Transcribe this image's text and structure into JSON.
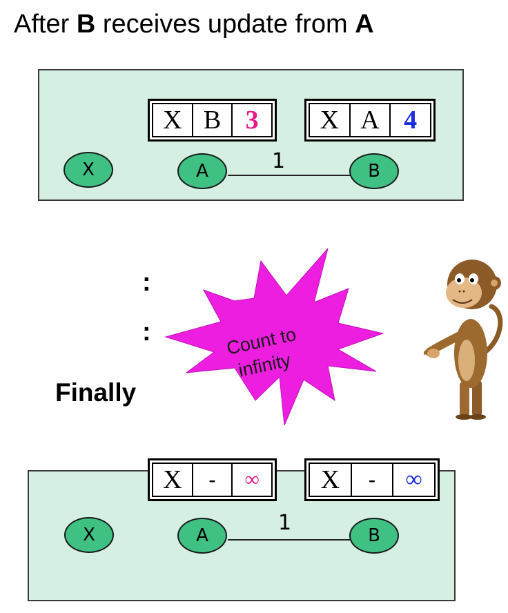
{
  "title": {
    "prefix": "After ",
    "b1": "B",
    "middle": " receives update from ",
    "b2": "A"
  },
  "top_panel": {
    "table_a": [
      "X",
      "B",
      "3"
    ],
    "table_b": [
      "X",
      "A",
      "4"
    ],
    "nodes": [
      "X",
      "A",
      "B"
    ],
    "link_cost": "1"
  },
  "middle": {
    "dots1": ":",
    "dots2": ":",
    "finally_label": "Finally",
    "burst_line1": "Count to",
    "burst_line2": "infinity"
  },
  "bottom_panel": {
    "table_a": [
      "X",
      "-",
      "∞"
    ],
    "table_b": [
      "X",
      "-",
      "∞"
    ],
    "nodes": [
      "X",
      "A",
      "B"
    ],
    "link_cost": "1"
  },
  "colors": {
    "panel": "#d6efe3",
    "node": "#3fc184",
    "pink": "#e8178a",
    "blue": "#1a2ee0",
    "burst": "#ee1ee0"
  },
  "icons": [
    "starburst-shape",
    "monkey-illustration"
  ]
}
